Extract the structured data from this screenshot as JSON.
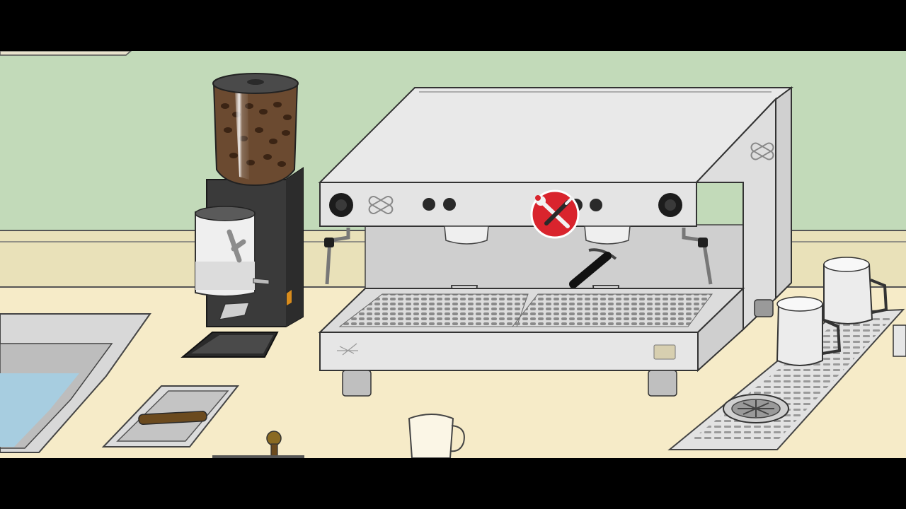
{
  "game": {
    "scene_name": "",
    "hud_text": ""
  },
  "colors": {
    "letterbox": "#000000",
    "wall": "#c2dab9",
    "wainscot": "#e9e1b9",
    "counter": "#f6ebc8",
    "machine_body": "#e4e4e4",
    "machine_inner": "#cfcfcf",
    "grinder_body": "#3a3a3a",
    "repair_badge": "#d9242d",
    "sink_water": "#a7cde0"
  },
  "icons": {
    "repair": "wrench-screwdriver-icon",
    "brand": "cross-plaster-logo-icon"
  },
  "objects": {
    "espresso_machine": "espresso-machine",
    "grinder": "coffee-grinder",
    "repair_button": "repair-button",
    "knock_box": "knock-box",
    "milk_pitchers": "milk-pitcher",
    "rinser_tray": "pitcher-rinser-tray",
    "sink": "sink",
    "glass_mug": "glass-mug",
    "tamper": "tamper"
  }
}
